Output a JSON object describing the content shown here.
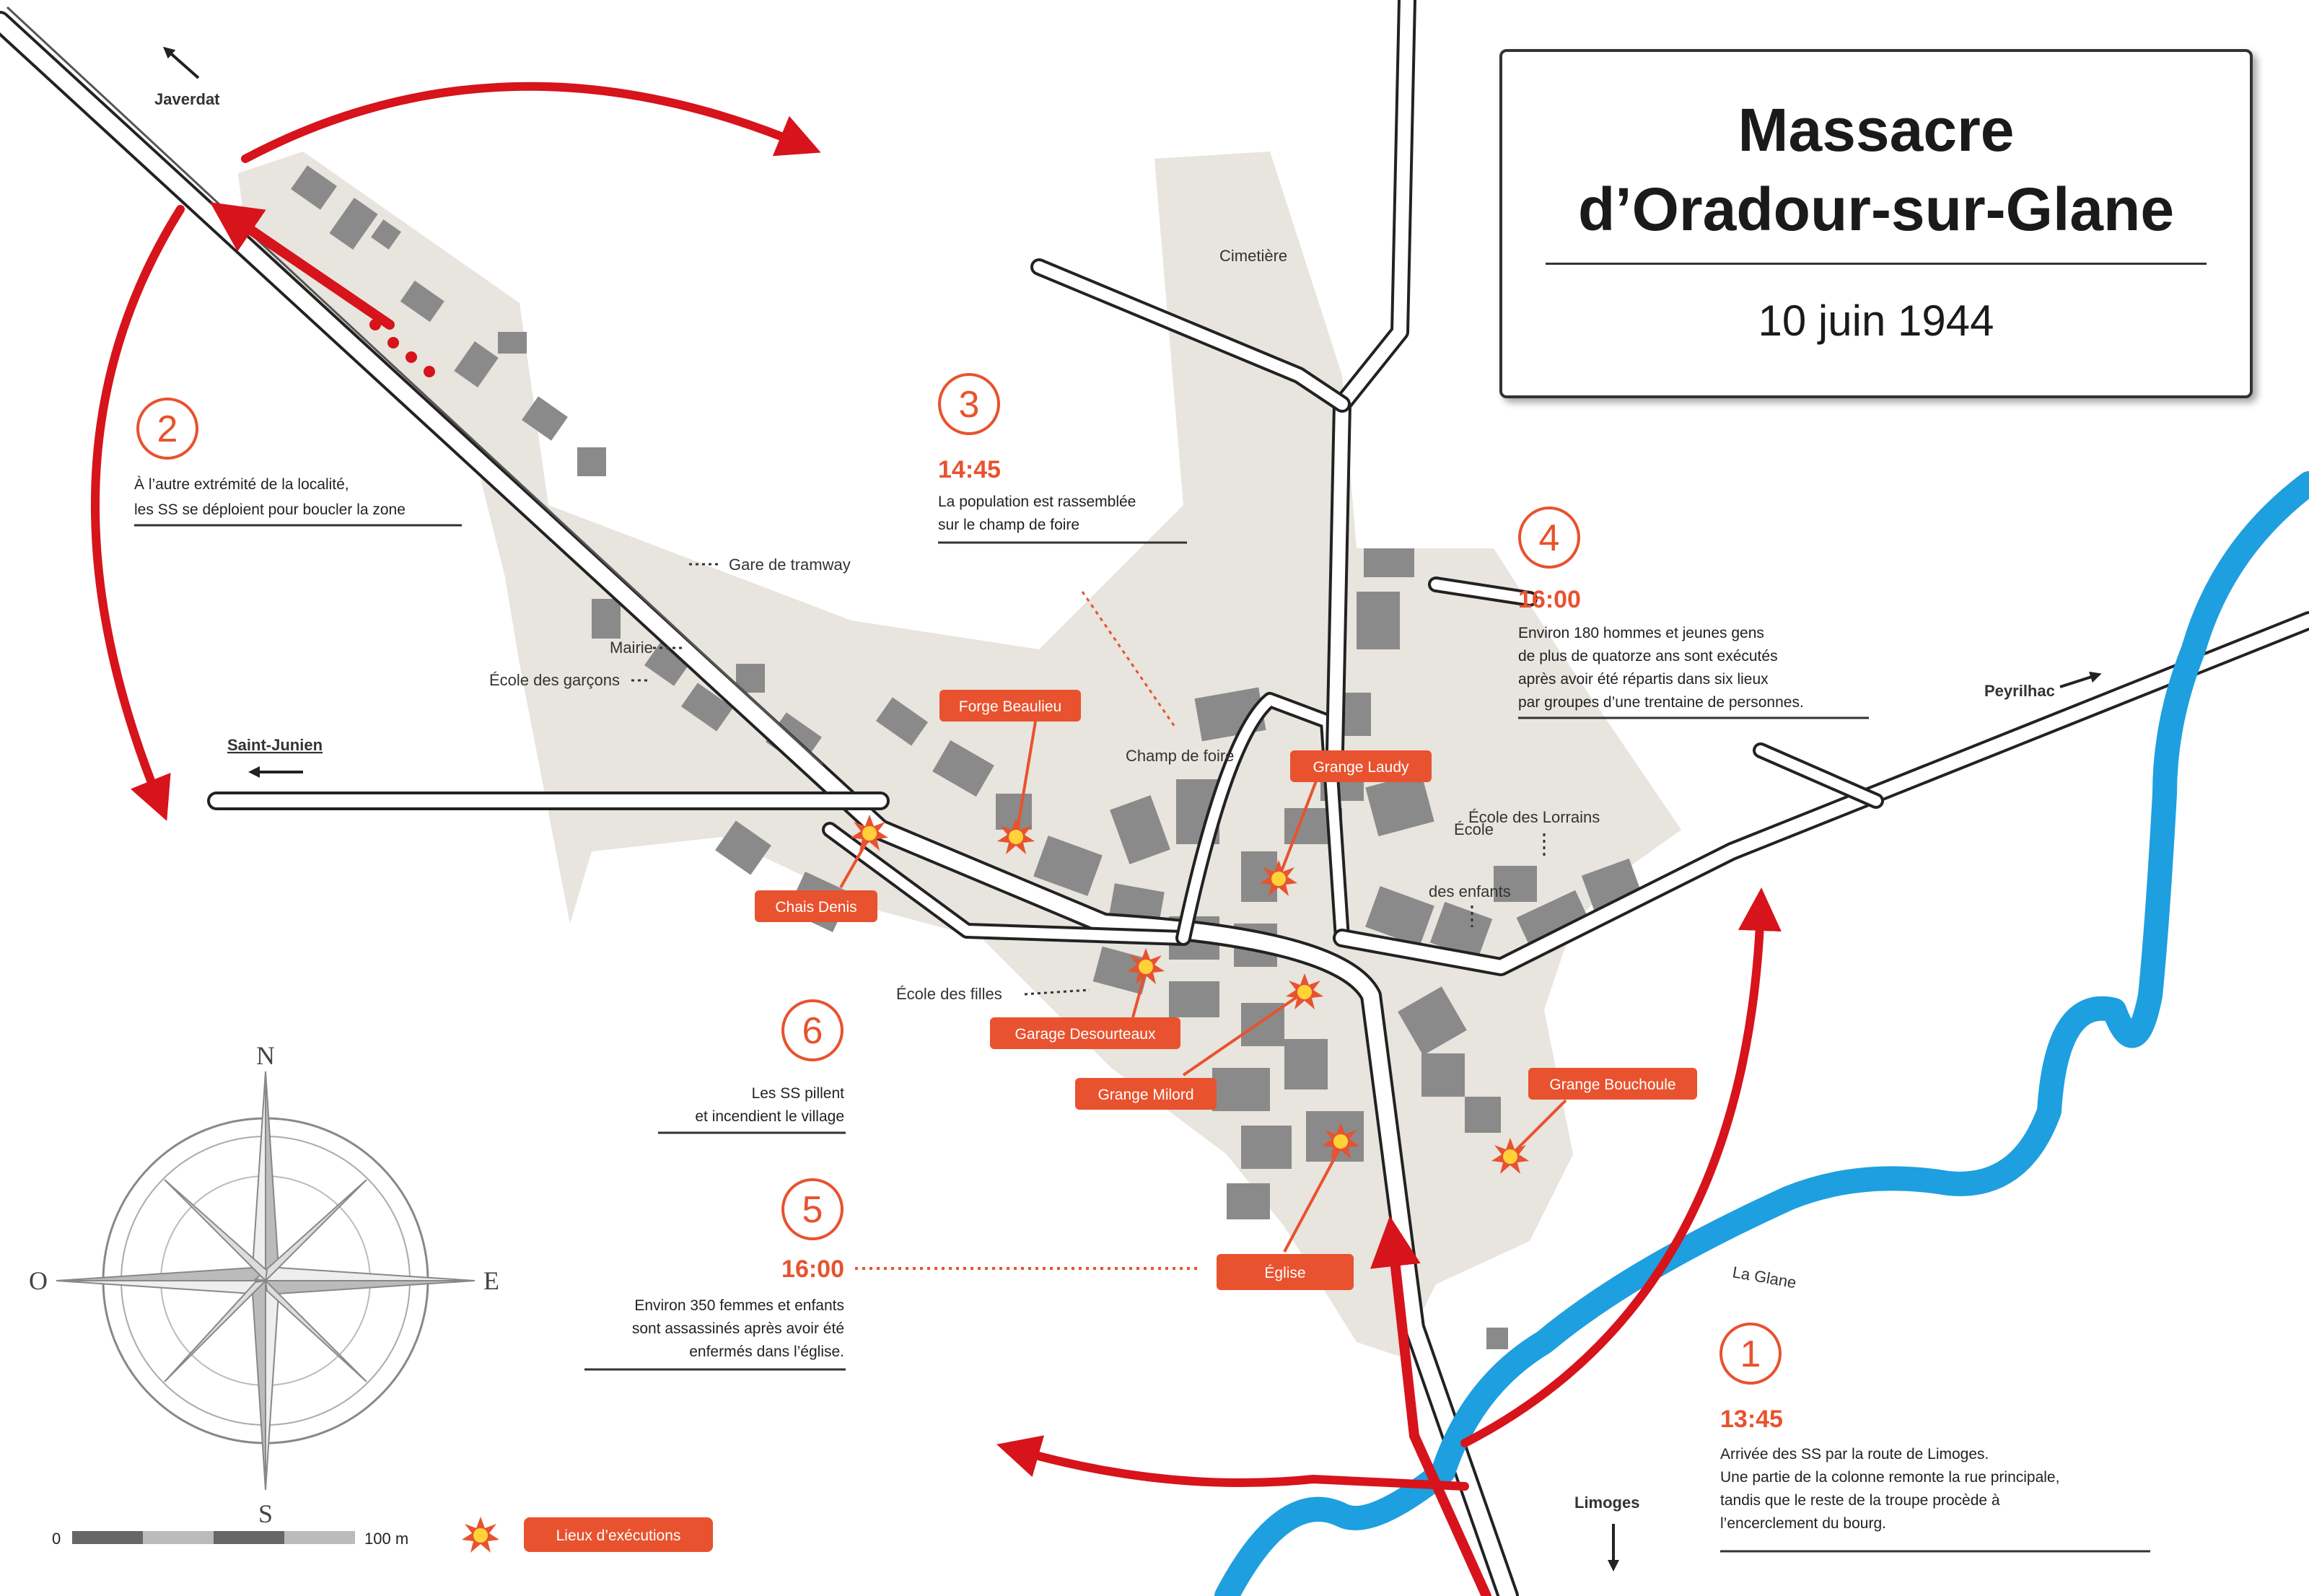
{
  "title": {
    "line1": "Massacre",
    "line2": "d’Oradour-sur-Glane",
    "date": "10 juin 1944"
  },
  "directions": {
    "javerdat": "Javerdat",
    "saint_junien": "Saint-Junien",
    "peyrilhac": "Peyrilhac",
    "limoges": "Limoges"
  },
  "places": {
    "cimetiere": "Cimetière",
    "gare": "Gare de tramway",
    "mairie": "Mairie",
    "ecole_garcons": "École des garçons",
    "champ_foire": "Champ de foire",
    "ecole_lorrains": "École des Lorrains",
    "ecole_enfants_1": "École",
    "ecole_enfants_2": "des enfants",
    "ecole_filles": "École des filles",
    "river": "La Glane"
  },
  "sites": {
    "forge": "Forge Beaulieu",
    "loudy": "Grange Laudy",
    "denis": "Chais Denis",
    "desourteaux": "Garage Desourteaux",
    "milord": "Grange Milord",
    "eglise": "Église",
    "bouchoule": "Grange Bouchoule"
  },
  "steps": [
    {
      "num": "1",
      "time": "13:45",
      "lines": [
        "Arrivée des SS par la route de Limoges.",
        "Une partie de la colonne remonte la rue principale,",
        "tandis que le reste de la troupe procède à",
        "l’encerclement du bourg."
      ]
    },
    {
      "num": "2",
      "time": "",
      "lines": [
        "À l’autre extrémité de la localité,",
        "les SS se déploient pour boucler la zone"
      ]
    },
    {
      "num": "3",
      "time": "14:45",
      "lines": [
        "La population est rassemblée",
        "sur le champ de foire"
      ]
    },
    {
      "num": "4",
      "time": "16:00",
      "lines": [
        "Environ 180 hommes et jeunes gens",
        "de plus de quatorze ans sont exécutés",
        "après avoir été répartis dans six lieux",
        "par groupes d’une trentaine de personnes."
      ]
    },
    {
      "num": "5",
      "time": "16:00",
      "lines": [
        "Environ 350 femmes et enfants",
        "sont assassinés après avoir été",
        "enfermés dans l’église."
      ]
    },
    {
      "num": "6",
      "time": "",
      "lines": [
        "Les SS pillent",
        "et incendient le village"
      ]
    }
  ],
  "compass": {
    "n": "N",
    "s": "S",
    "e": "E",
    "o": "O"
  },
  "scale": {
    "start": "0",
    "end": "100 m"
  },
  "legend": {
    "explosions": "Lieux d’exécutions"
  },
  "colors": {
    "arrow_red": "#d7131b",
    "orange": "#e8522e",
    "river": "#1e9fe0",
    "village": "#e8e4de",
    "building": "#8a8a8a"
  }
}
